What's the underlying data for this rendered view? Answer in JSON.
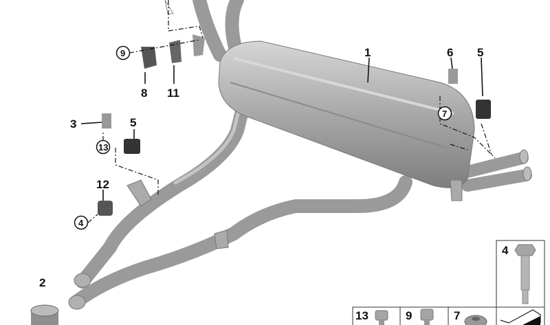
{
  "callouts": {
    "muffler": "1",
    "tailpipe": "2",
    "hanger_left": "3",
    "bolt_circle": "4",
    "rubber_mount_right": "5",
    "rubber_mount_left": "5",
    "hanger_right": "6",
    "nut_circle": "7",
    "bracket_8": "8",
    "bolt_9_circle": "9",
    "bracket_11": "11",
    "damper_12": "12",
    "bolt_13_circle": "13"
  },
  "parts_boxes": {
    "bolt_long": "4",
    "bolt_13": "13",
    "bolt_9": "9",
    "nut_7": "7"
  },
  "colors": {
    "metal": "#9a9a9a",
    "metal_light": "#c8c8c8",
    "rubber": "#3a3a3a"
  }
}
